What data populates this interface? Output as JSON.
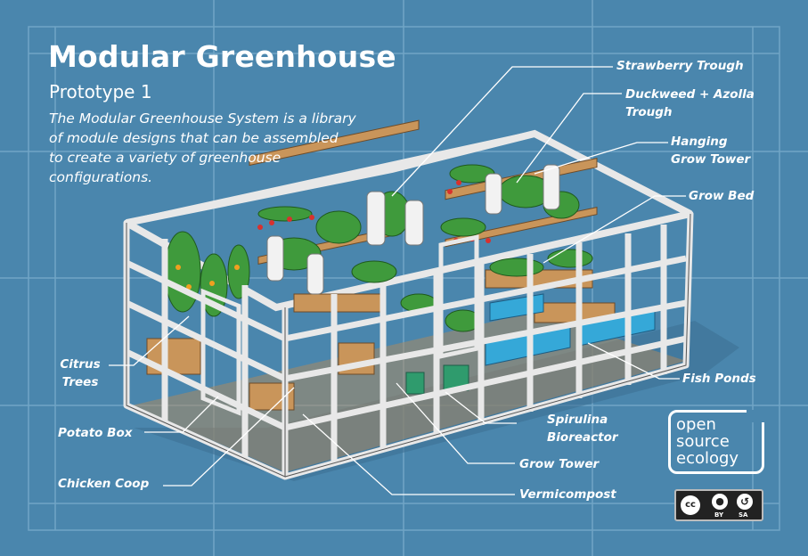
{
  "title": "Modular Greenhouse",
  "subtitle": "Prototype 1",
  "description": "The Modular Greenhouse System is a library of module designs that can be assembled to create a variety of greenhouse configurations.",
  "labels": {
    "strawberry_trough": "Strawberry Trough",
    "duckweed_line1": "Duckweed + Azolla",
    "duckweed_line2": "Trough",
    "hanging_line1": "Hanging",
    "hanging_line2": "Grow Tower",
    "grow_bed": "Grow Bed",
    "fish_ponds": "Fish Ponds",
    "citrus_line1": "Citrus",
    "citrus_line2": "Trees",
    "potato_box": "Potato Box",
    "chicken_coop": "Chicken Coop",
    "spirulina_line1": "Spirulina",
    "spirulina_line2": "Bioreactor",
    "grow_tower": "Grow Tower",
    "vermicompost": "Vermicompost"
  },
  "logo": {
    "line1": "open",
    "line2": "source",
    "line3": "ecology"
  },
  "license": {
    "cc": "cc",
    "by": "BY",
    "sa": "SA"
  },
  "colors": {
    "background": "#4a86ad",
    "frame": "#e8e8e8",
    "wood": "#c9955a",
    "plant": "#3f9a3c",
    "water": "#35a8d8",
    "text": "#ffffff"
  }
}
